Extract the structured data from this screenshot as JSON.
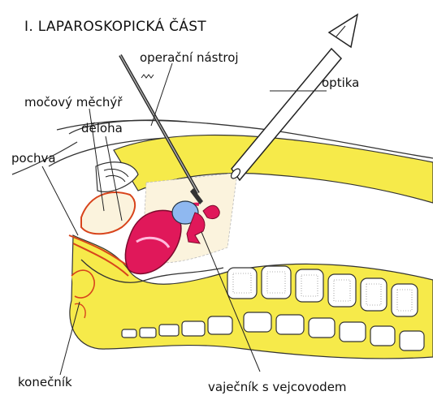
{
  "title": "I. LAPAROSKOPICKÁ ČÁST",
  "labels": {
    "instrument": "operační nástroj",
    "bladder": "močový měchýř",
    "uterus": "děloha",
    "optics": "optika",
    "vagina": "pochva",
    "rectum": "konečník",
    "ovary": "vaječník s vejcovodem"
  },
  "colors": {
    "fat": "#f6ea4a",
    "uterus": "#e0185a",
    "bladder_outline": "#d8441c",
    "ovary": "#8fb8f0",
    "pelvic_field": "#fbf3dd"
  }
}
